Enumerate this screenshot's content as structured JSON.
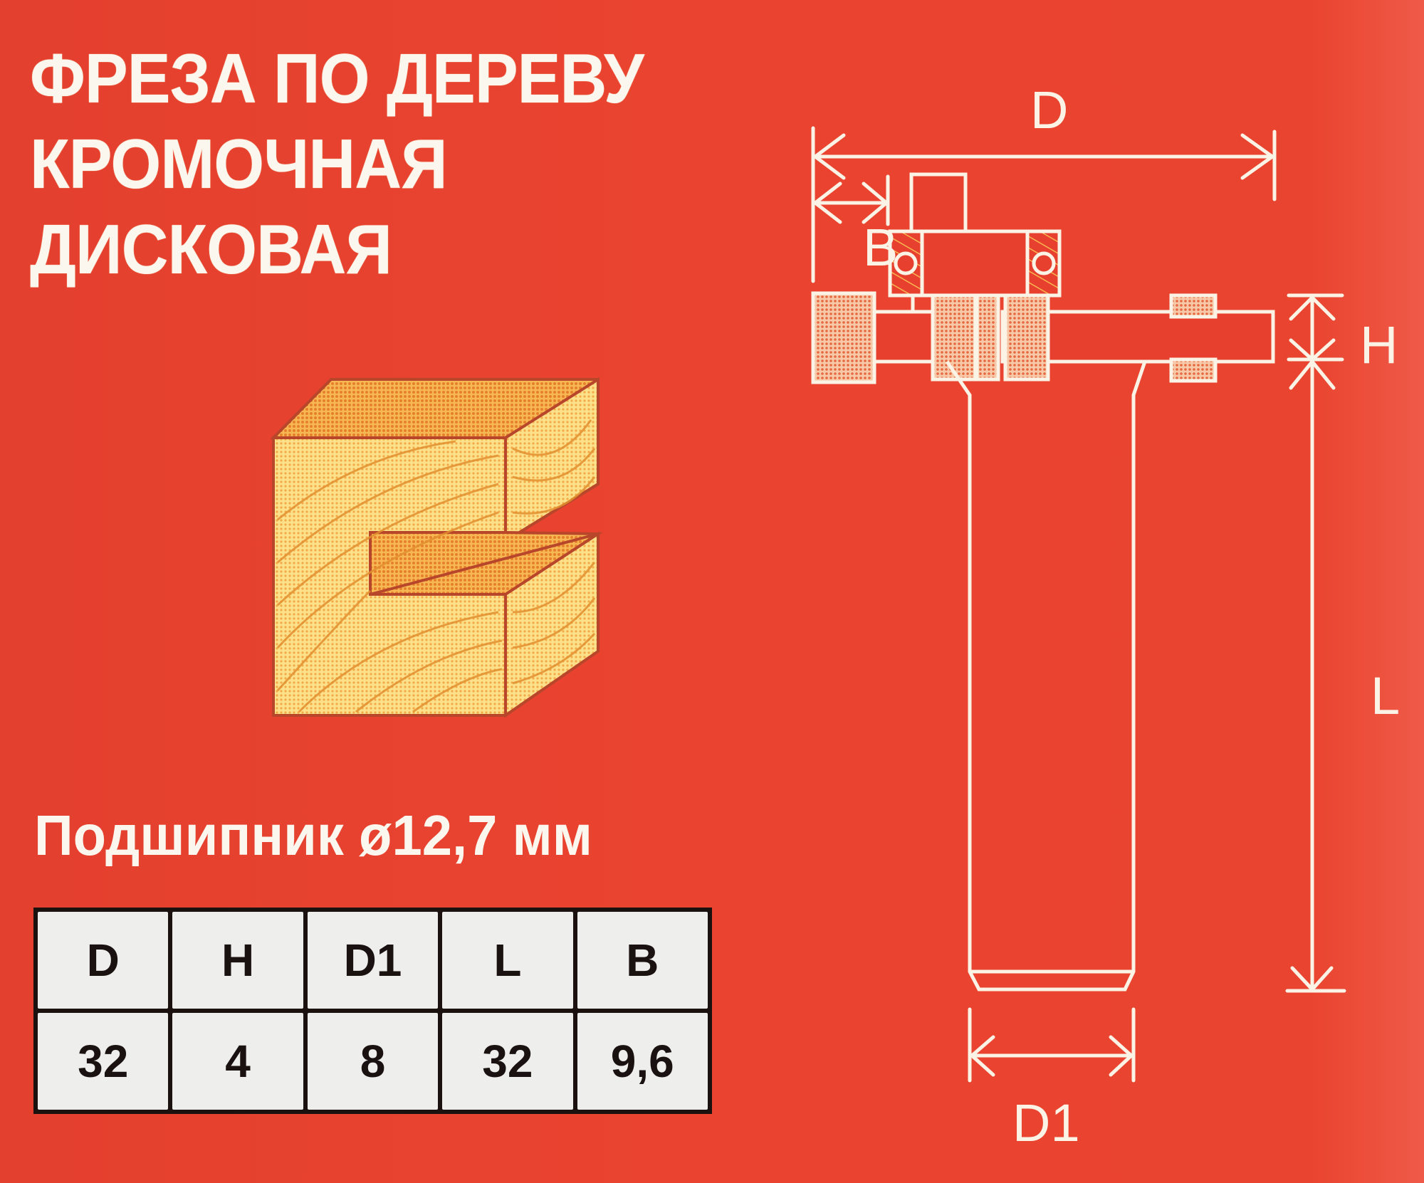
{
  "title": {
    "line1": "ФРЕЗА ПО ДЕРЕВУ",
    "line2": "КРОМОЧНАЯ",
    "line3": "ДИСКОВАЯ"
  },
  "bearing_text": "Подшипник ø12,7 мм",
  "spec_table": {
    "headers": [
      "D",
      "H",
      "D1",
      "L",
      "B"
    ],
    "values": [
      "32",
      "4",
      "8",
      "32",
      "9,6"
    ]
  },
  "drawing": {
    "labels": {
      "D": "D",
      "B": "B",
      "H": "H",
      "L": "L",
      "D1": "D1"
    },
    "icons": {
      "wood_profile": "wood-slot-profile-icon",
      "cutter": "slot-cutter-router-bit-diagram"
    }
  },
  "colors": {
    "background": "#e8402e",
    "text": "#fbf7ee",
    "table_border": "#1b120f",
    "table_cell": "#eeeeec",
    "wood_light": "#fcd67a",
    "wood_dark": "#f0a040"
  }
}
